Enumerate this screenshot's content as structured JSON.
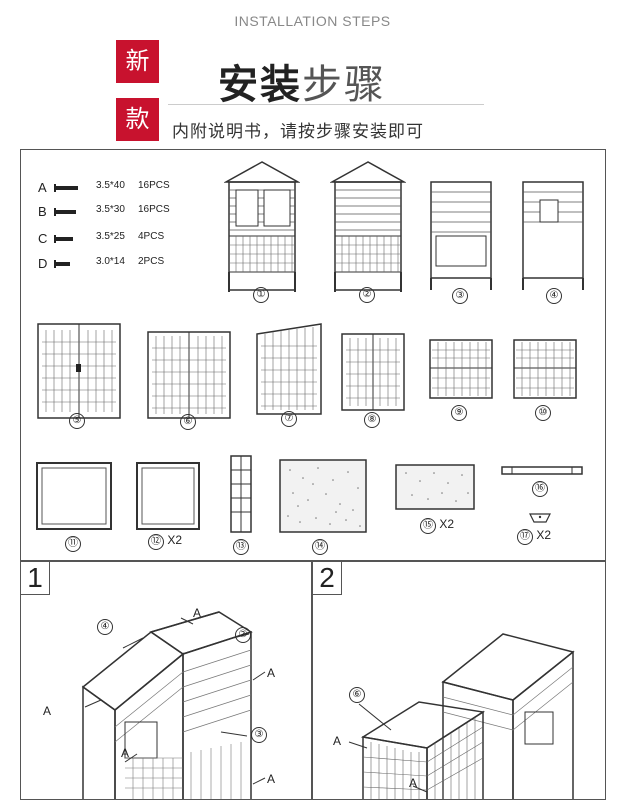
{
  "header": {
    "subtitle_en": "INSTALLATION STEPS",
    "badge_top": "新",
    "badge_bottom": "款",
    "title_bold": "安装",
    "title_light": "步骤",
    "instruction": "内附说明书，请按步骤安装即可"
  },
  "screws": [
    {
      "letter": "A",
      "size": "3.5*40",
      "qty": "16PCS"
    },
    {
      "letter": "B",
      "size": "3.5*30",
      "qty": "16PCS"
    },
    {
      "letter": "C",
      "size": "3.5*25",
      "qty": "4PCS"
    },
    {
      "letter": "D",
      "size": "3.0*14",
      "qty": "2PCS"
    }
  ],
  "parts": {
    "p1": "①",
    "p2": "②",
    "p3": "③",
    "p4": "④",
    "p5": "⑤",
    "p6": "⑥",
    "p7": "⑦",
    "p8": "⑧",
    "p9": "⑨",
    "p10": "⑩",
    "p11": "⑪",
    "p12": "⑫",
    "p12_qty": "X2",
    "p13": "⑬",
    "p14": "⑭",
    "p15": "⑮",
    "p15_qty": "X2",
    "p16": "⑯",
    "p17": "⑰",
    "p17_qty": "X2"
  },
  "steps": [
    {
      "number": "1",
      "callouts": [
        "④",
        "A",
        "②",
        "A",
        "③",
        "A",
        "A",
        "A"
      ]
    },
    {
      "number": "2",
      "callouts": [
        "⑥",
        "A",
        "A"
      ]
    }
  ]
}
